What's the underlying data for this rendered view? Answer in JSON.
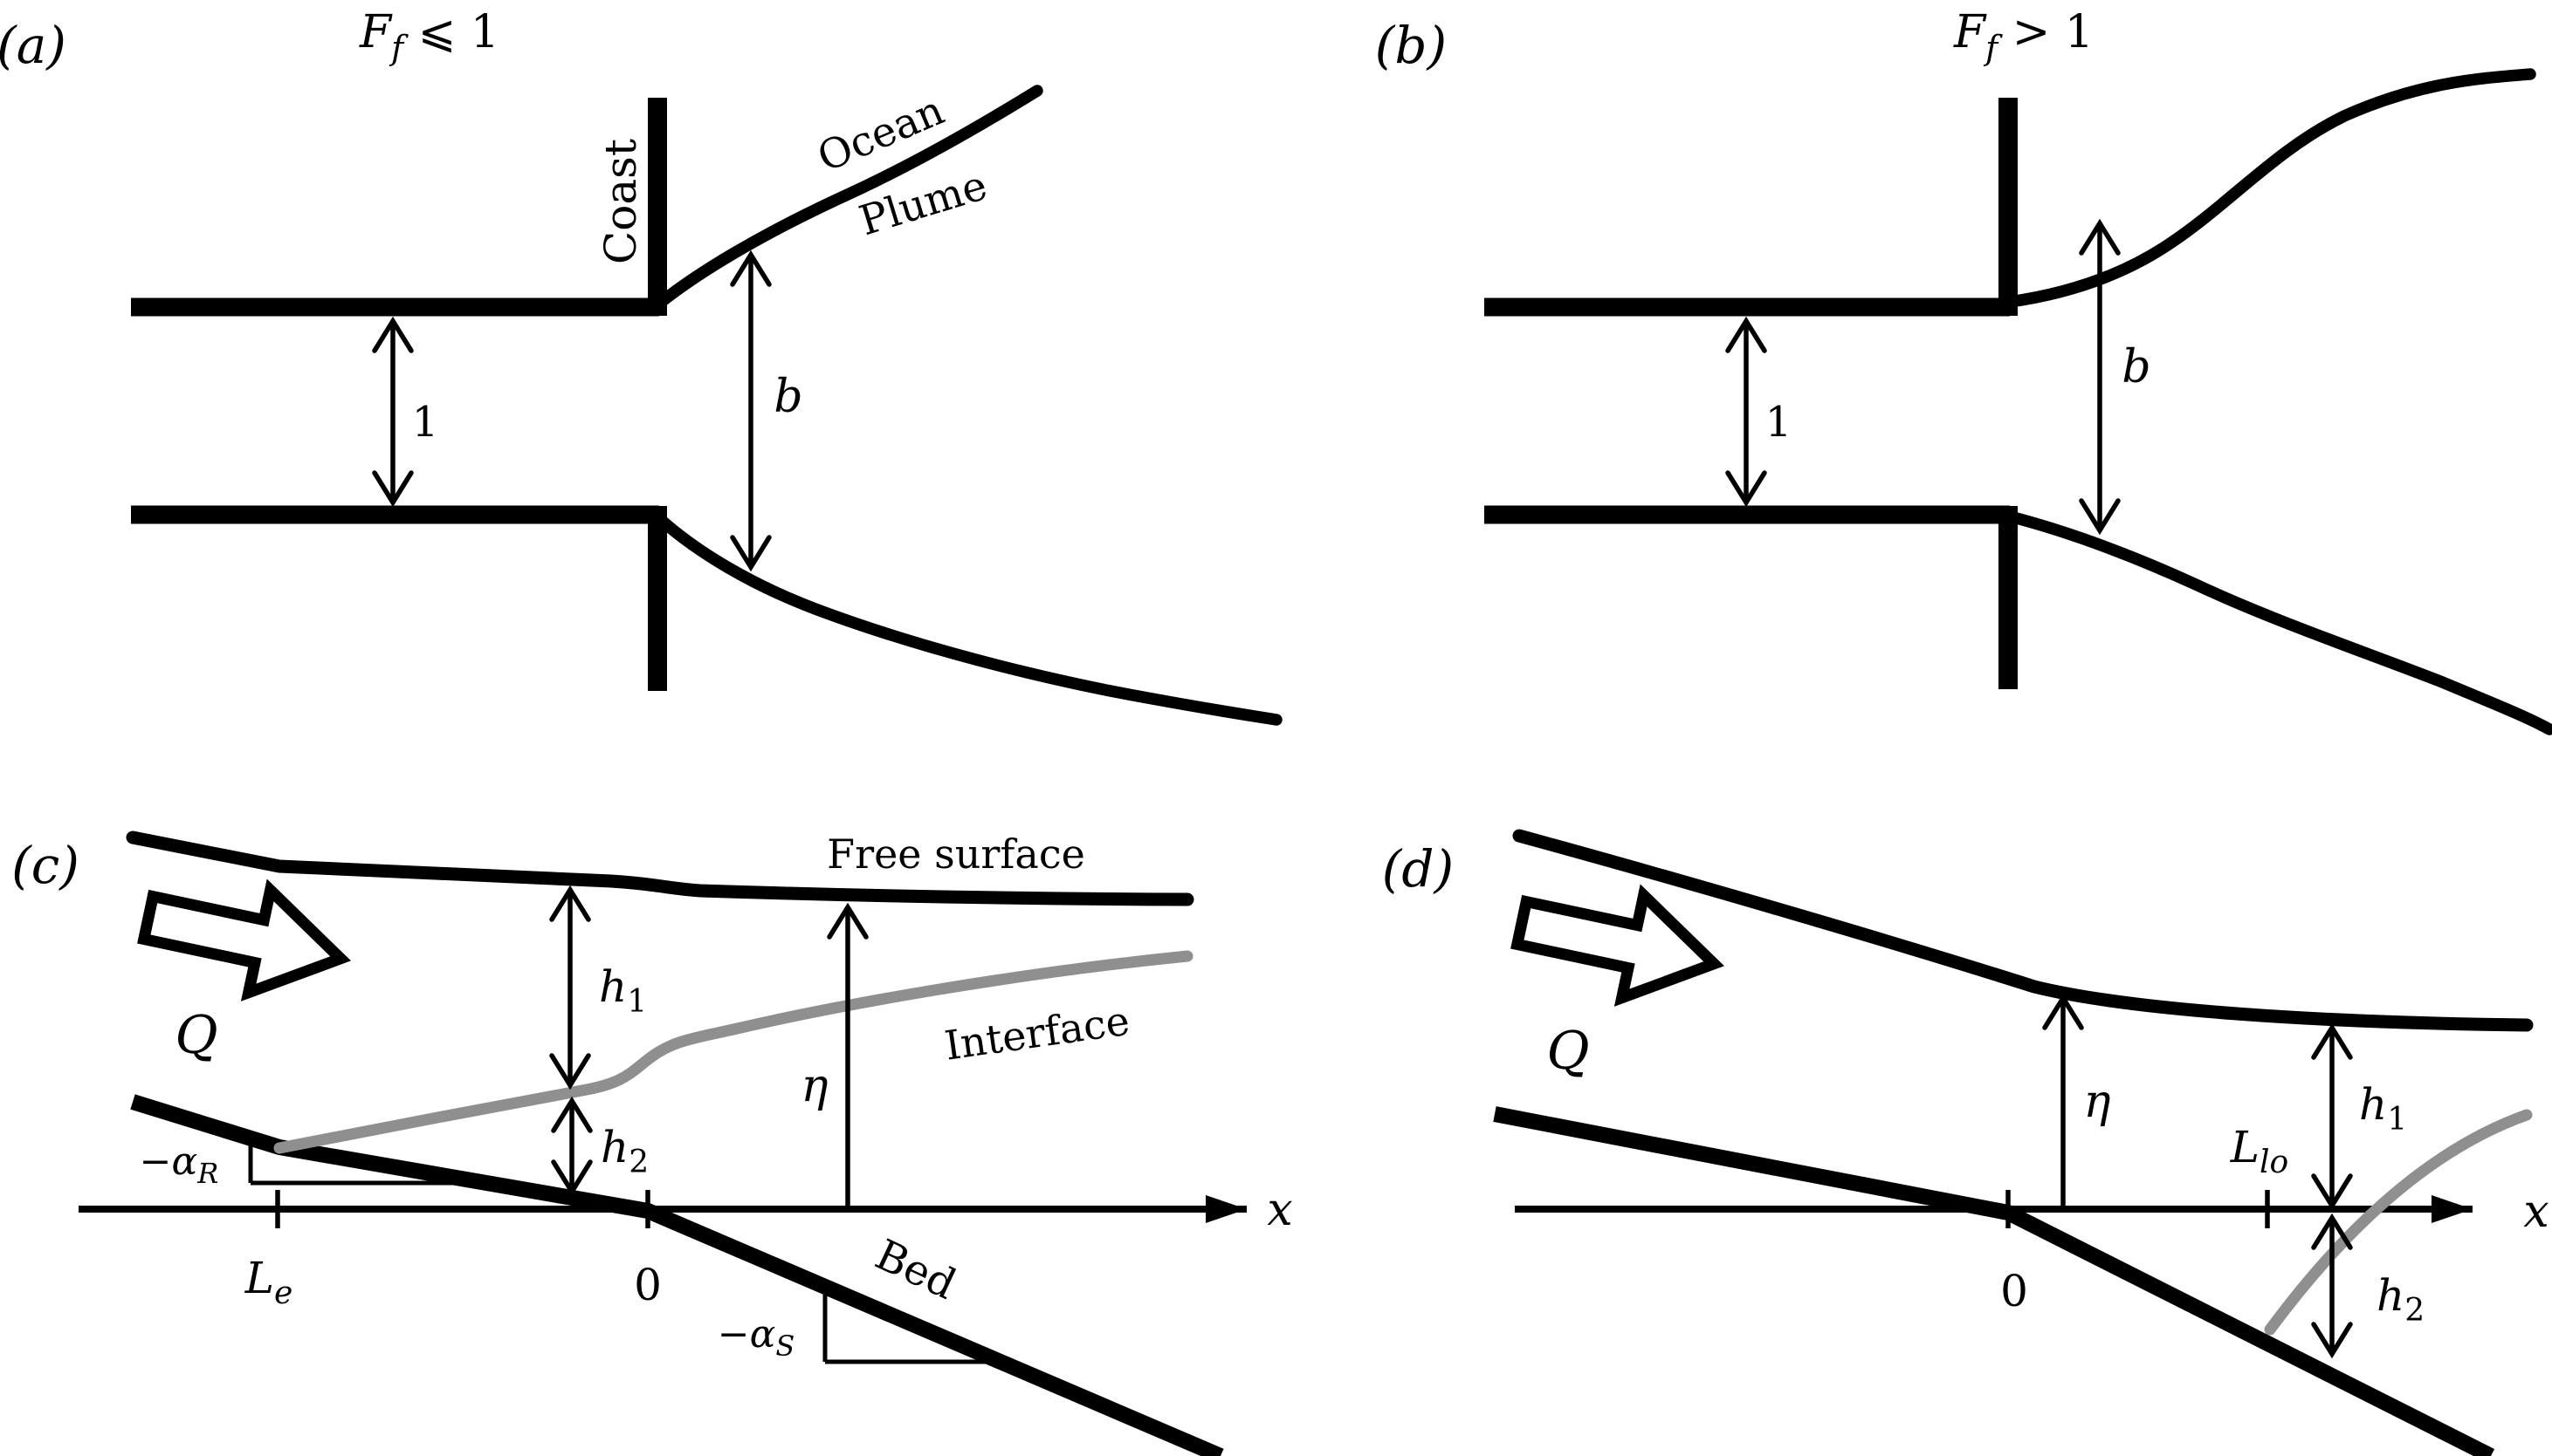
{
  "figure": {
    "type": "schematic-diagram",
    "description_visible_text_only": true
  },
  "colors": {
    "ink": "#000000",
    "interface_gray": "#8f8f8f",
    "background": "#ffffff"
  },
  "panel_a": {
    "label": "(a)",
    "title": {
      "base": "F",
      "sub": "f",
      "rest": " ⩽ 1"
    },
    "coast_label": "Coast",
    "ocean_label": "Ocean",
    "plume_label": "Plume",
    "channel_width_label": "1",
    "plume_width_label": "b"
  },
  "panel_b": {
    "label": "(b)",
    "title": {
      "base": "F",
      "sub": "f",
      "rest": " > 1"
    },
    "channel_width_label": "1",
    "plume_width_label": "b"
  },
  "panel_c": {
    "label": "(c)",
    "discharge_label": "Q",
    "free_surface_label": "Free surface",
    "interface_label": "Interface",
    "bed_label": "Bed",
    "h1": {
      "base": "h",
      "sub": "1"
    },
    "h2": {
      "base": "h",
      "sub": "2"
    },
    "eta_label": "η",
    "axis_label": "x",
    "origin_label": "0",
    "intrusion_length": {
      "base": "L",
      "sub": "e"
    },
    "river_slope": {
      "base": "−α",
      "sub": "R"
    },
    "shelf_slope": {
      "base": "−α",
      "sub": "S"
    }
  },
  "panel_d": {
    "label": "(d)",
    "discharge_label": "Q",
    "h1": {
      "base": "h",
      "sub": "1"
    },
    "h2": {
      "base": "h",
      "sub": "2"
    },
    "eta_label": "η",
    "axis_label": "x",
    "origin_label": "0",
    "liftoff_length": {
      "base": "L",
      "sub": "lo"
    }
  }
}
